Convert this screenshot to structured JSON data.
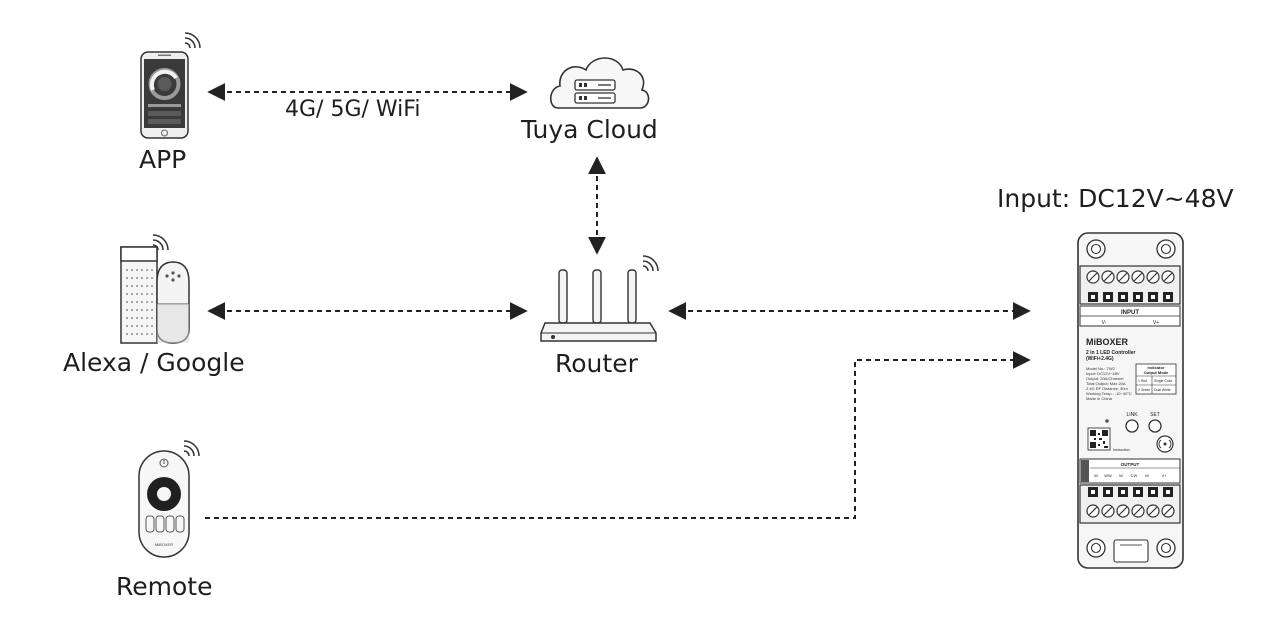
{
  "labels": {
    "app": "APP",
    "cloud": "Tuya Cloud",
    "network": "4G/ 5G/ WiFi",
    "assistant": "Alexa / Google",
    "router": "Router",
    "remote": "Remote",
    "input": "Input: DC12V~48V"
  },
  "controller": {
    "brand": "MiBOXER",
    "input_header": "INPUT",
    "input_terminals": [
      "V-",
      "V+"
    ],
    "title_line1": "2 in 1 LED Controller",
    "title_line2": "(WiFi+2.4G)",
    "specs": [
      "Model No.: TW2",
      "Input: DC12V~48V",
      "Output: 20A/Channel",
      "Total Output: Max 20A",
      "2.4G RF Distance: 30m",
      "Working Temp.: -10~40°C",
      "Made in China"
    ],
    "indicator_title_1": "Indicator",
    "indicator_title_2": "Output Mode",
    "indicator_rows": [
      {
        "light": "1 Red",
        "mode": "Single Color"
      },
      {
        "light": "2 Green",
        "mode": "Dual White"
      }
    ],
    "link_label": "LINK",
    "set_label": "SET",
    "instruction_label": "Instruction",
    "output_header": "OUTPUT",
    "output_terminals": [
      "W",
      "WW",
      "W",
      "CW",
      "W",
      "V+"
    ]
  },
  "remote": {
    "brand": "MiBOXER"
  },
  "colors": {
    "line": "#222222",
    "device": "#f4f4f4",
    "stroke": "#333333"
  }
}
